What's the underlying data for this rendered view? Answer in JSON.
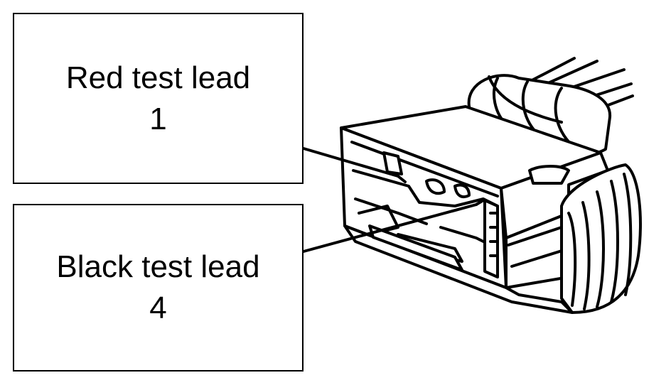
{
  "labels": {
    "red": {
      "name": "Red test lead",
      "pin": "1"
    },
    "black": {
      "name": "Black test lead",
      "pin": "4"
    }
  },
  "colors": {
    "ink": "#000000",
    "paper": "#ffffff",
    "shade": "#d9d9d9"
  }
}
